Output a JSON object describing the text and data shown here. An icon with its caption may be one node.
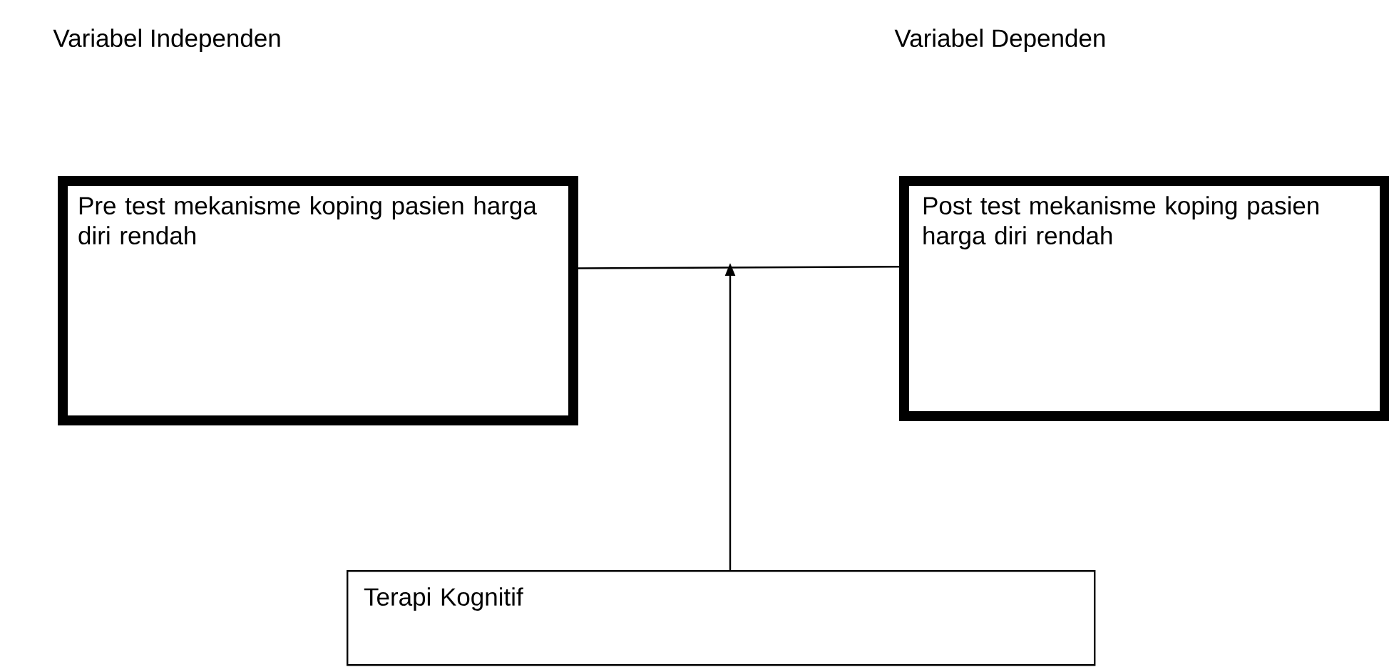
{
  "diagram": {
    "nodes": [
      {
        "text": [
          "Pre test mekanisme koping pasien harga diri rendah"
        ]
      },
      {
        "text": [
          "Post test mekanisme koping pasien harga diri rendah"
        ]
      },
      {
        "text": [
          "Terapi Kognitif"
        ]
      }
    ],
    "edges": [
      {
        "from": 0,
        "to": 1,
        "arrow": "none"
      },
      {
        "from": 2,
        "to": null,
        "arrow": "to"
      }
    ],
    "labels": [
      "Variabel Independen",
      "Variabel Dependen"
    ]
  }
}
